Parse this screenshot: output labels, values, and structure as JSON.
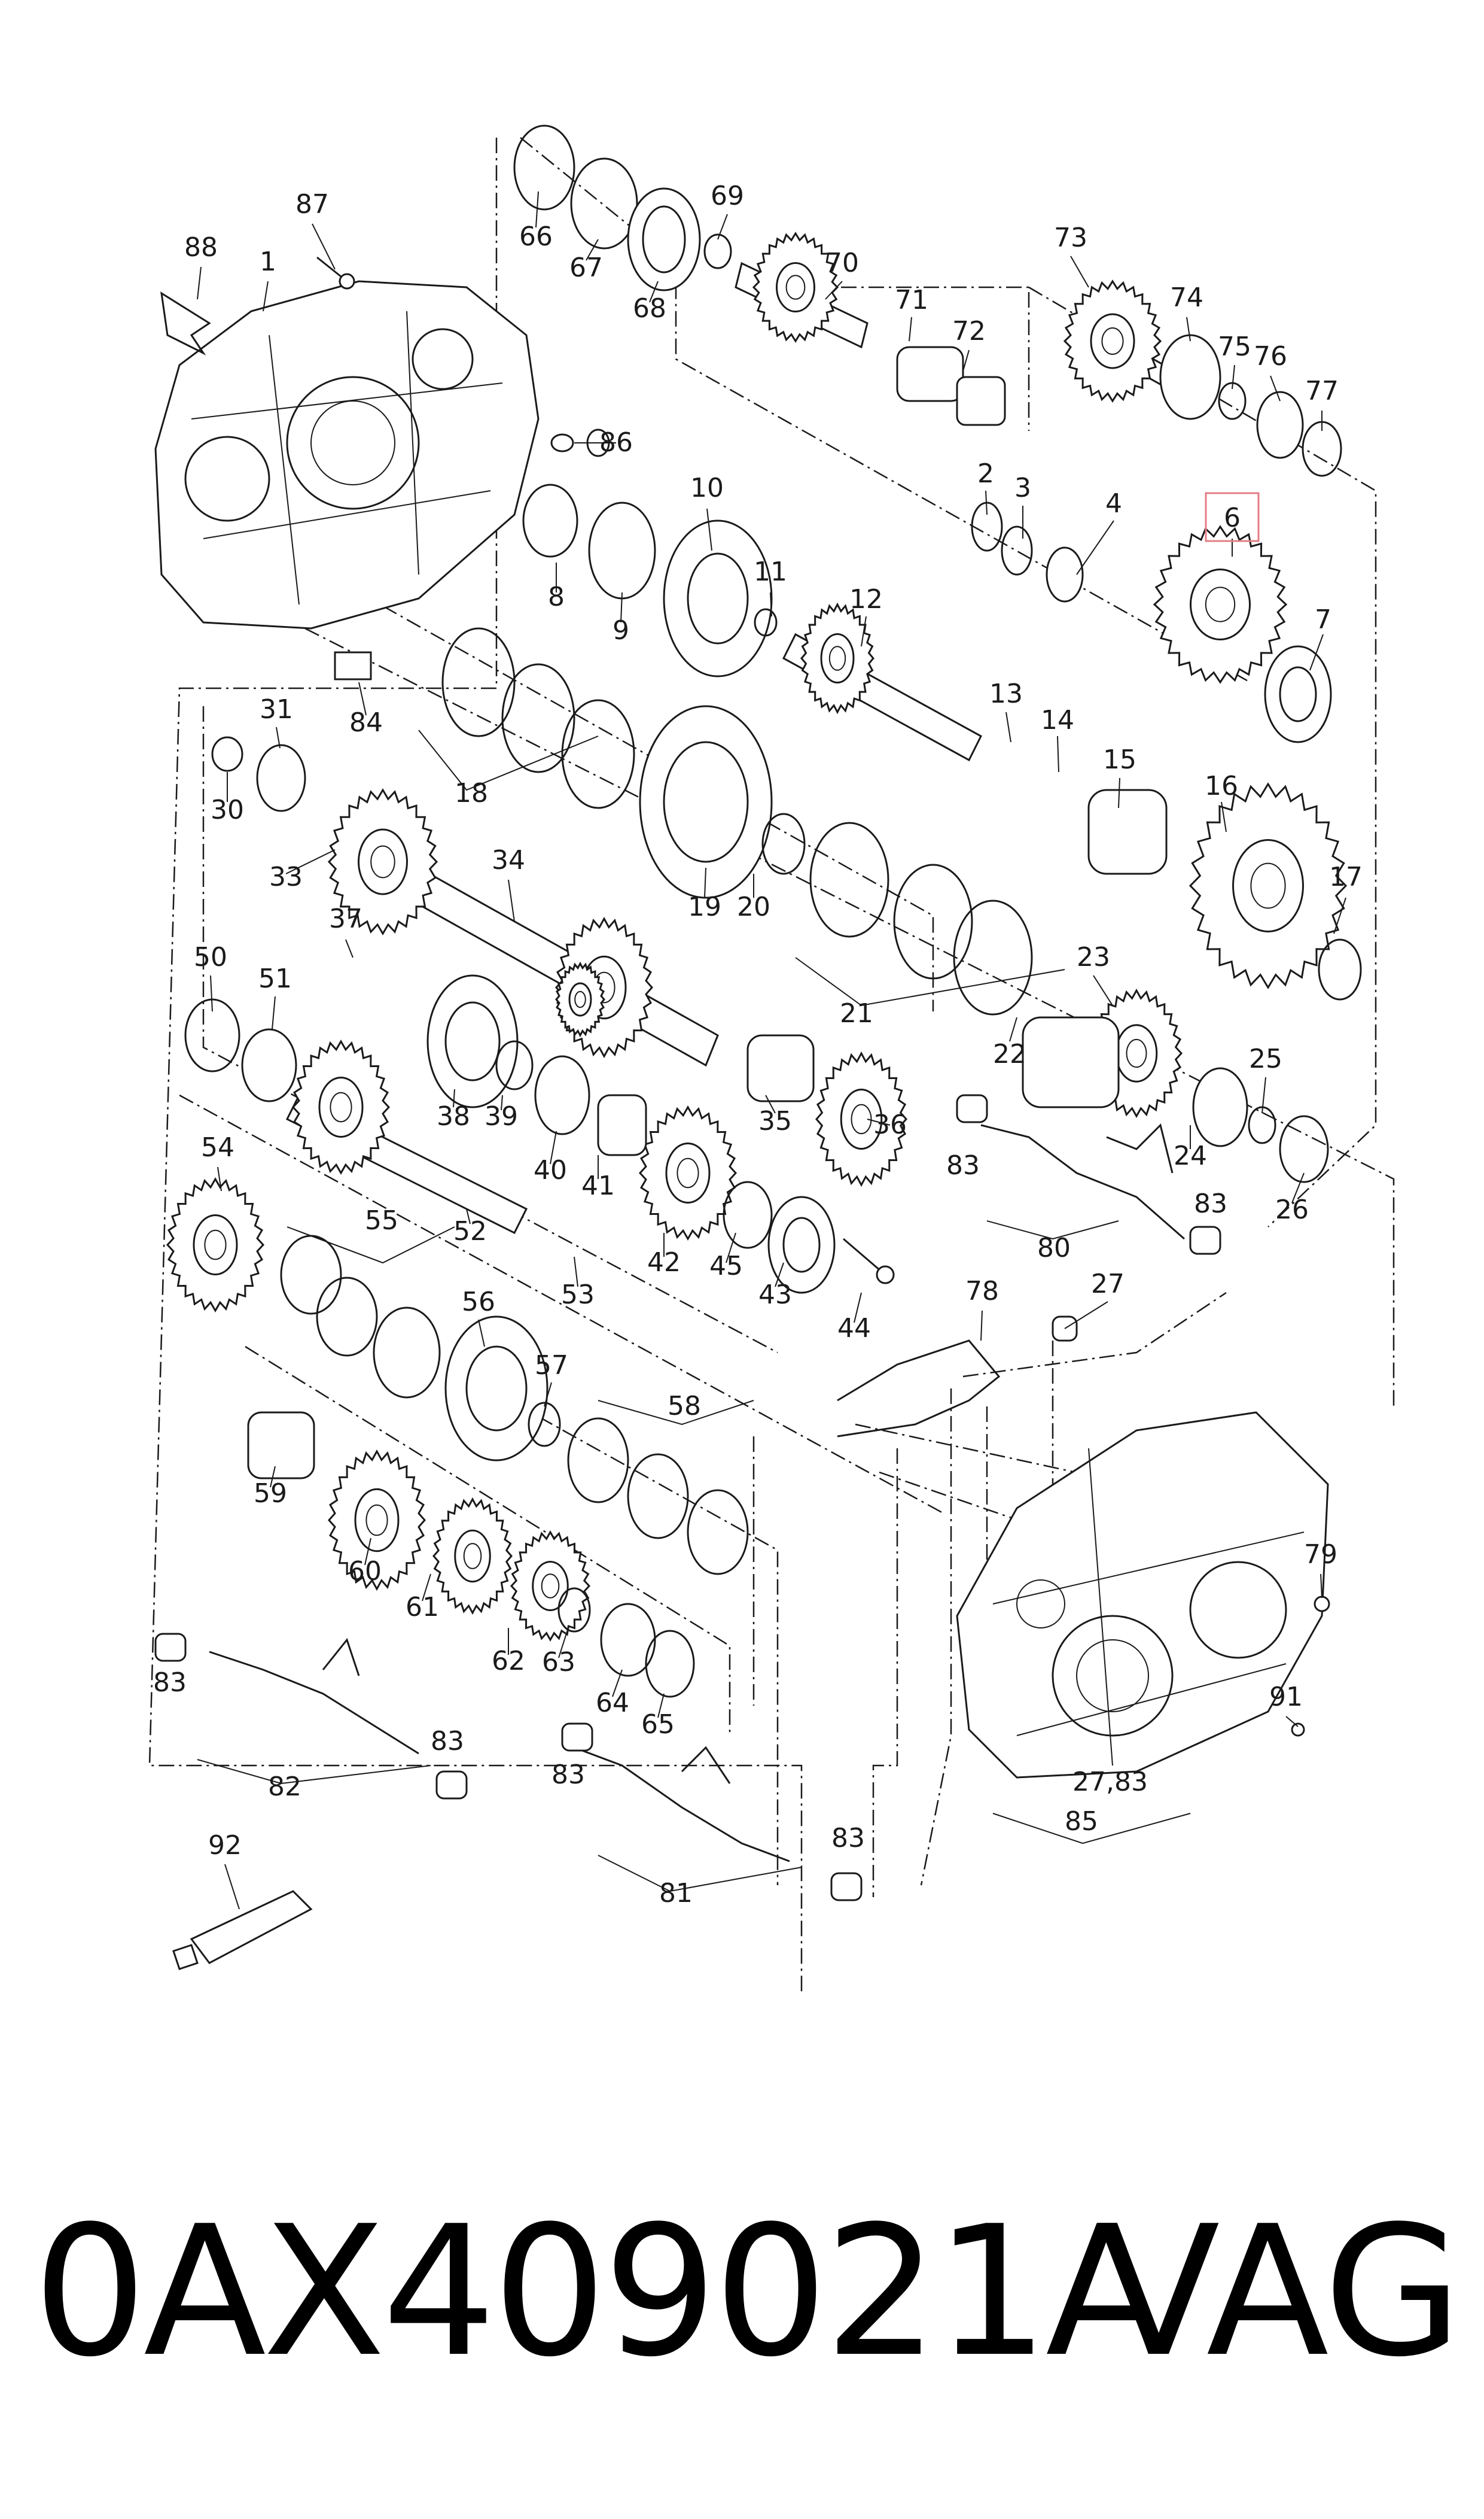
{
  "diagram": {
    "highlighted_part": "6",
    "labels": [
      "1",
      "2",
      "3",
      "4",
      "6",
      "7",
      "8",
      "9",
      "10",
      "11",
      "12",
      "13",
      "14",
      "15",
      "16",
      "17",
      "18",
      "19",
      "20",
      "21",
      "22",
      "23",
      "24",
      "25",
      "26",
      "27",
      "27,83",
      "30",
      "31",
      "33",
      "34",
      "35",
      "36",
      "37",
      "38",
      "39",
      "40",
      "41",
      "42",
      "43",
      "44",
      "45",
      "50",
      "51",
      "52",
      "53",
      "54",
      "55",
      "56",
      "57",
      "58",
      "59",
      "60",
      "61",
      "62",
      "63",
      "64",
      "65",
      "66",
      "67",
      "68",
      "69",
      "70",
      "71",
      "72",
      "73",
      "74",
      "75",
      "76",
      "77",
      "78",
      "79",
      "80",
      "81",
      "82",
      "83",
      "84",
      "85",
      "86",
      "87",
      "88",
      "91",
      "92"
    ]
  },
  "footer": {
    "part_number": "0AX409021A",
    "brand": "VAG"
  }
}
